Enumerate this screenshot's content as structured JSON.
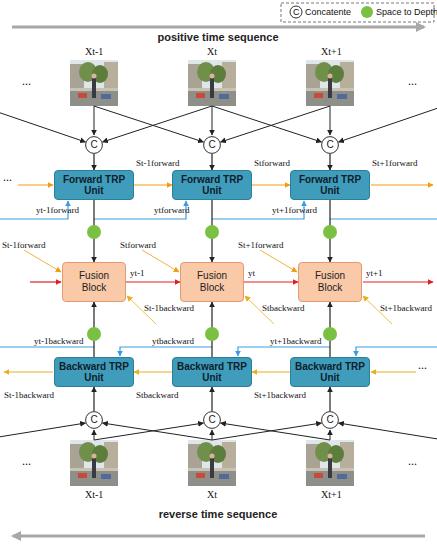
{
  "diagram": {
    "nodes": [
      {
        "text": [
          "C"
        ]
      },
      {
        "text": [
          "C"
        ]
      },
      {
        "text": [
          "C"
        ]
      },
      {
        "text": [
          "Forward TRP Unit"
        ]
      },
      {
        "text": [
          "Forward TRP Unit"
        ]
      },
      {
        "text": [
          "Forward TRP Unit"
        ]
      },
      {
        "text": [
          "Fusion Block"
        ]
      },
      {
        "text": [
          "Fusion Block"
        ]
      },
      {
        "text": [
          "Fusion Block"
        ]
      },
      {
        "text": [
          "Backward TRP Unit"
        ]
      },
      {
        "text": [
          "Backward TRP Unit"
        ]
      },
      {
        "text": [
          "Backward TRP Unit"
        ]
      },
      {
        "text": [
          "C"
        ]
      },
      {
        "text": [
          "C"
        ]
      },
      {
        "text": [
          "C"
        ]
      }
    ],
    "edges": [
      {
        "from": 0,
        "to": 3,
        "arrow": "to"
      },
      {
        "from": 1,
        "to": 4,
        "arrow": "to"
      },
      {
        "from": 2,
        "to": 5,
        "arrow": "to"
      },
      {
        "from": 3,
        "to": 4,
        "label": "St-1forward",
        "arrow": "to"
      },
      {
        "from": 4,
        "to": 5,
        "label": "Stforward",
        "arrow": "to"
      },
      {
        "from": 3,
        "to": 6,
        "label": "yt-1forward",
        "arrow": "to"
      },
      {
        "from": 4,
        "to": 7,
        "label": "ytforward",
        "arrow": "to"
      },
      {
        "from": 5,
        "to": 8,
        "label": "yt+1forward",
        "arrow": "to"
      },
      {
        "from": 6,
        "to": 7,
        "label": "yt-1",
        "arrow": "to"
      },
      {
        "from": 7,
        "to": 8,
        "label": "yt",
        "arrow": "to"
      },
      {
        "from": 9,
        "to": 6,
        "label": "yt-1backward",
        "arrow": "to"
      },
      {
        "from": 10,
        "to": 7,
        "label": "ytbackward",
        "arrow": "to"
      },
      {
        "from": 11,
        "to": 8,
        "label": "yt+1backward",
        "arrow": "to"
      },
      {
        "from": 10,
        "to": 9,
        "label": "Stbackward",
        "arrow": "to"
      },
      {
        "from": 11,
        "to": 10,
        "label": "St+1backward",
        "arrow": "to"
      },
      {
        "from": 12,
        "to": 9,
        "arrow": "to"
      },
      {
        "from": 13,
        "to": 10,
        "arrow": "to"
      },
      {
        "from": 14,
        "to": 11,
        "arrow": "to"
      }
    ],
    "labels": [
      "positive time sequence",
      "C",
      "...",
      "Xt-1",
      "Xt",
      "Xt+1",
      "...",
      "...",
      "St+1forward",
      "St-1forward",
      "St-1backward",
      "Stforward",
      "Stbackward",
      "St+1forward",
      "St+1backward",
      "yt+1",
      "St-1backward",
      "...",
      "...",
      "Xt-1",
      "Xt",
      "Xt+1",
      "...",
      "reverse time sequence"
    ],
    "legend": [
      {
        "text": "Concatente"
      },
      {
        "text": "Space to Depth",
        "color": "#7ac143"
      }
    ]
  }
}
